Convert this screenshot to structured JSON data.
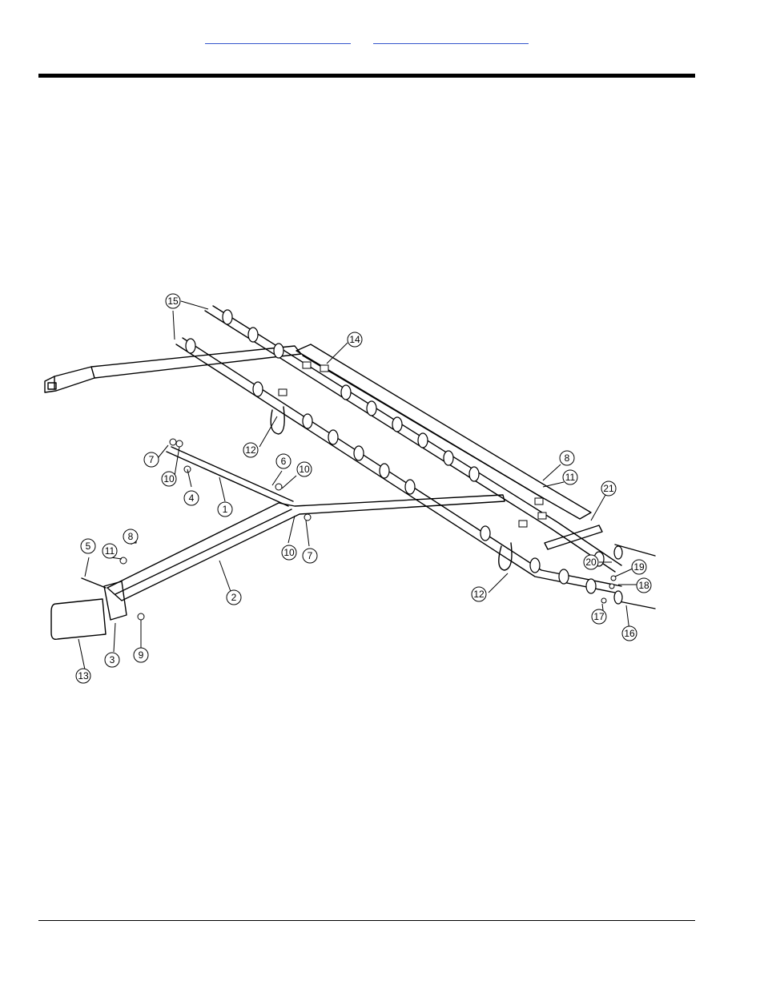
{
  "header": {
    "link_left": "",
    "link_right": ""
  },
  "figure": {
    "callouts": [
      "1",
      "2",
      "3",
      "4",
      "5",
      "6",
      "7",
      "7",
      "8",
      "8",
      "9",
      "10",
      "10",
      "10",
      "11",
      "11",
      "12",
      "12",
      "13",
      "14",
      "15",
      "16",
      "17",
      "18",
      "19",
      "20",
      "21"
    ]
  }
}
